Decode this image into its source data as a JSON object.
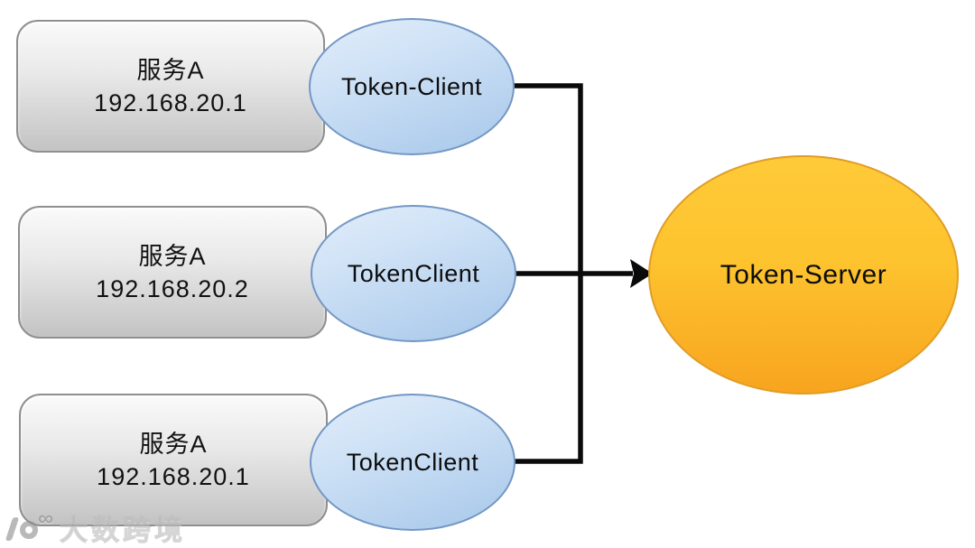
{
  "diagram": {
    "services": [
      {
        "name": "服务A",
        "ip": "192.168.20.1"
      },
      {
        "name": "服务A",
        "ip": "192.168.20.2"
      },
      {
        "name": "服务A",
        "ip": "192.168.20.1"
      }
    ],
    "clients": [
      {
        "label": "Token-Client"
      },
      {
        "label": "TokenClient"
      },
      {
        "label": "TokenClient"
      }
    ],
    "server": {
      "label": "Token-Server"
    },
    "colors": {
      "service_fill_top": "#fafafa",
      "service_fill_bottom": "#c3c3c3",
      "service_border": "#8f8f8f",
      "client_fill_top": "#e2edfa",
      "client_fill_bottom": "#a7c7ea",
      "client_border": "#7397c5",
      "server_fill_top": "#ffca38",
      "server_fill_bottom": "#f8a41f",
      "server_border": "#e09d26",
      "connector_color": "#0a0a0a"
    }
  },
  "watermark": {
    "logo_glyph": "∞",
    "text": "大数跨境"
  }
}
